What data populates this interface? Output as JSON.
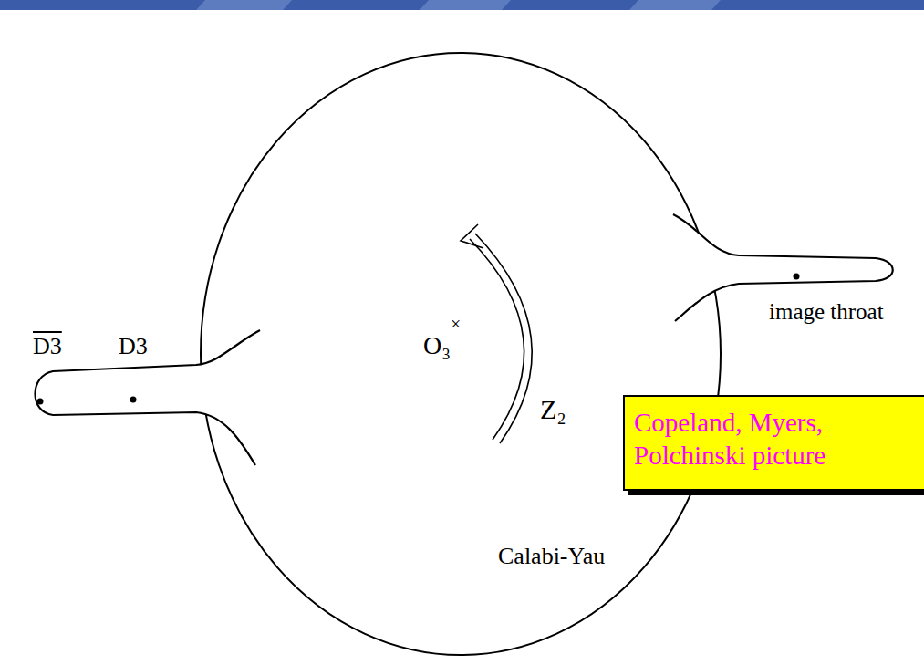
{
  "diagram": {
    "nodes": [
      {
        "text": [
          "Copeland, Myers, Polchinski picture"
        ]
      }
    ],
    "labels": [
      "D3",
      "D3",
      "O₃",
      "×",
      "Z₂",
      "image throat",
      "Calabi-Yau"
    ]
  }
}
